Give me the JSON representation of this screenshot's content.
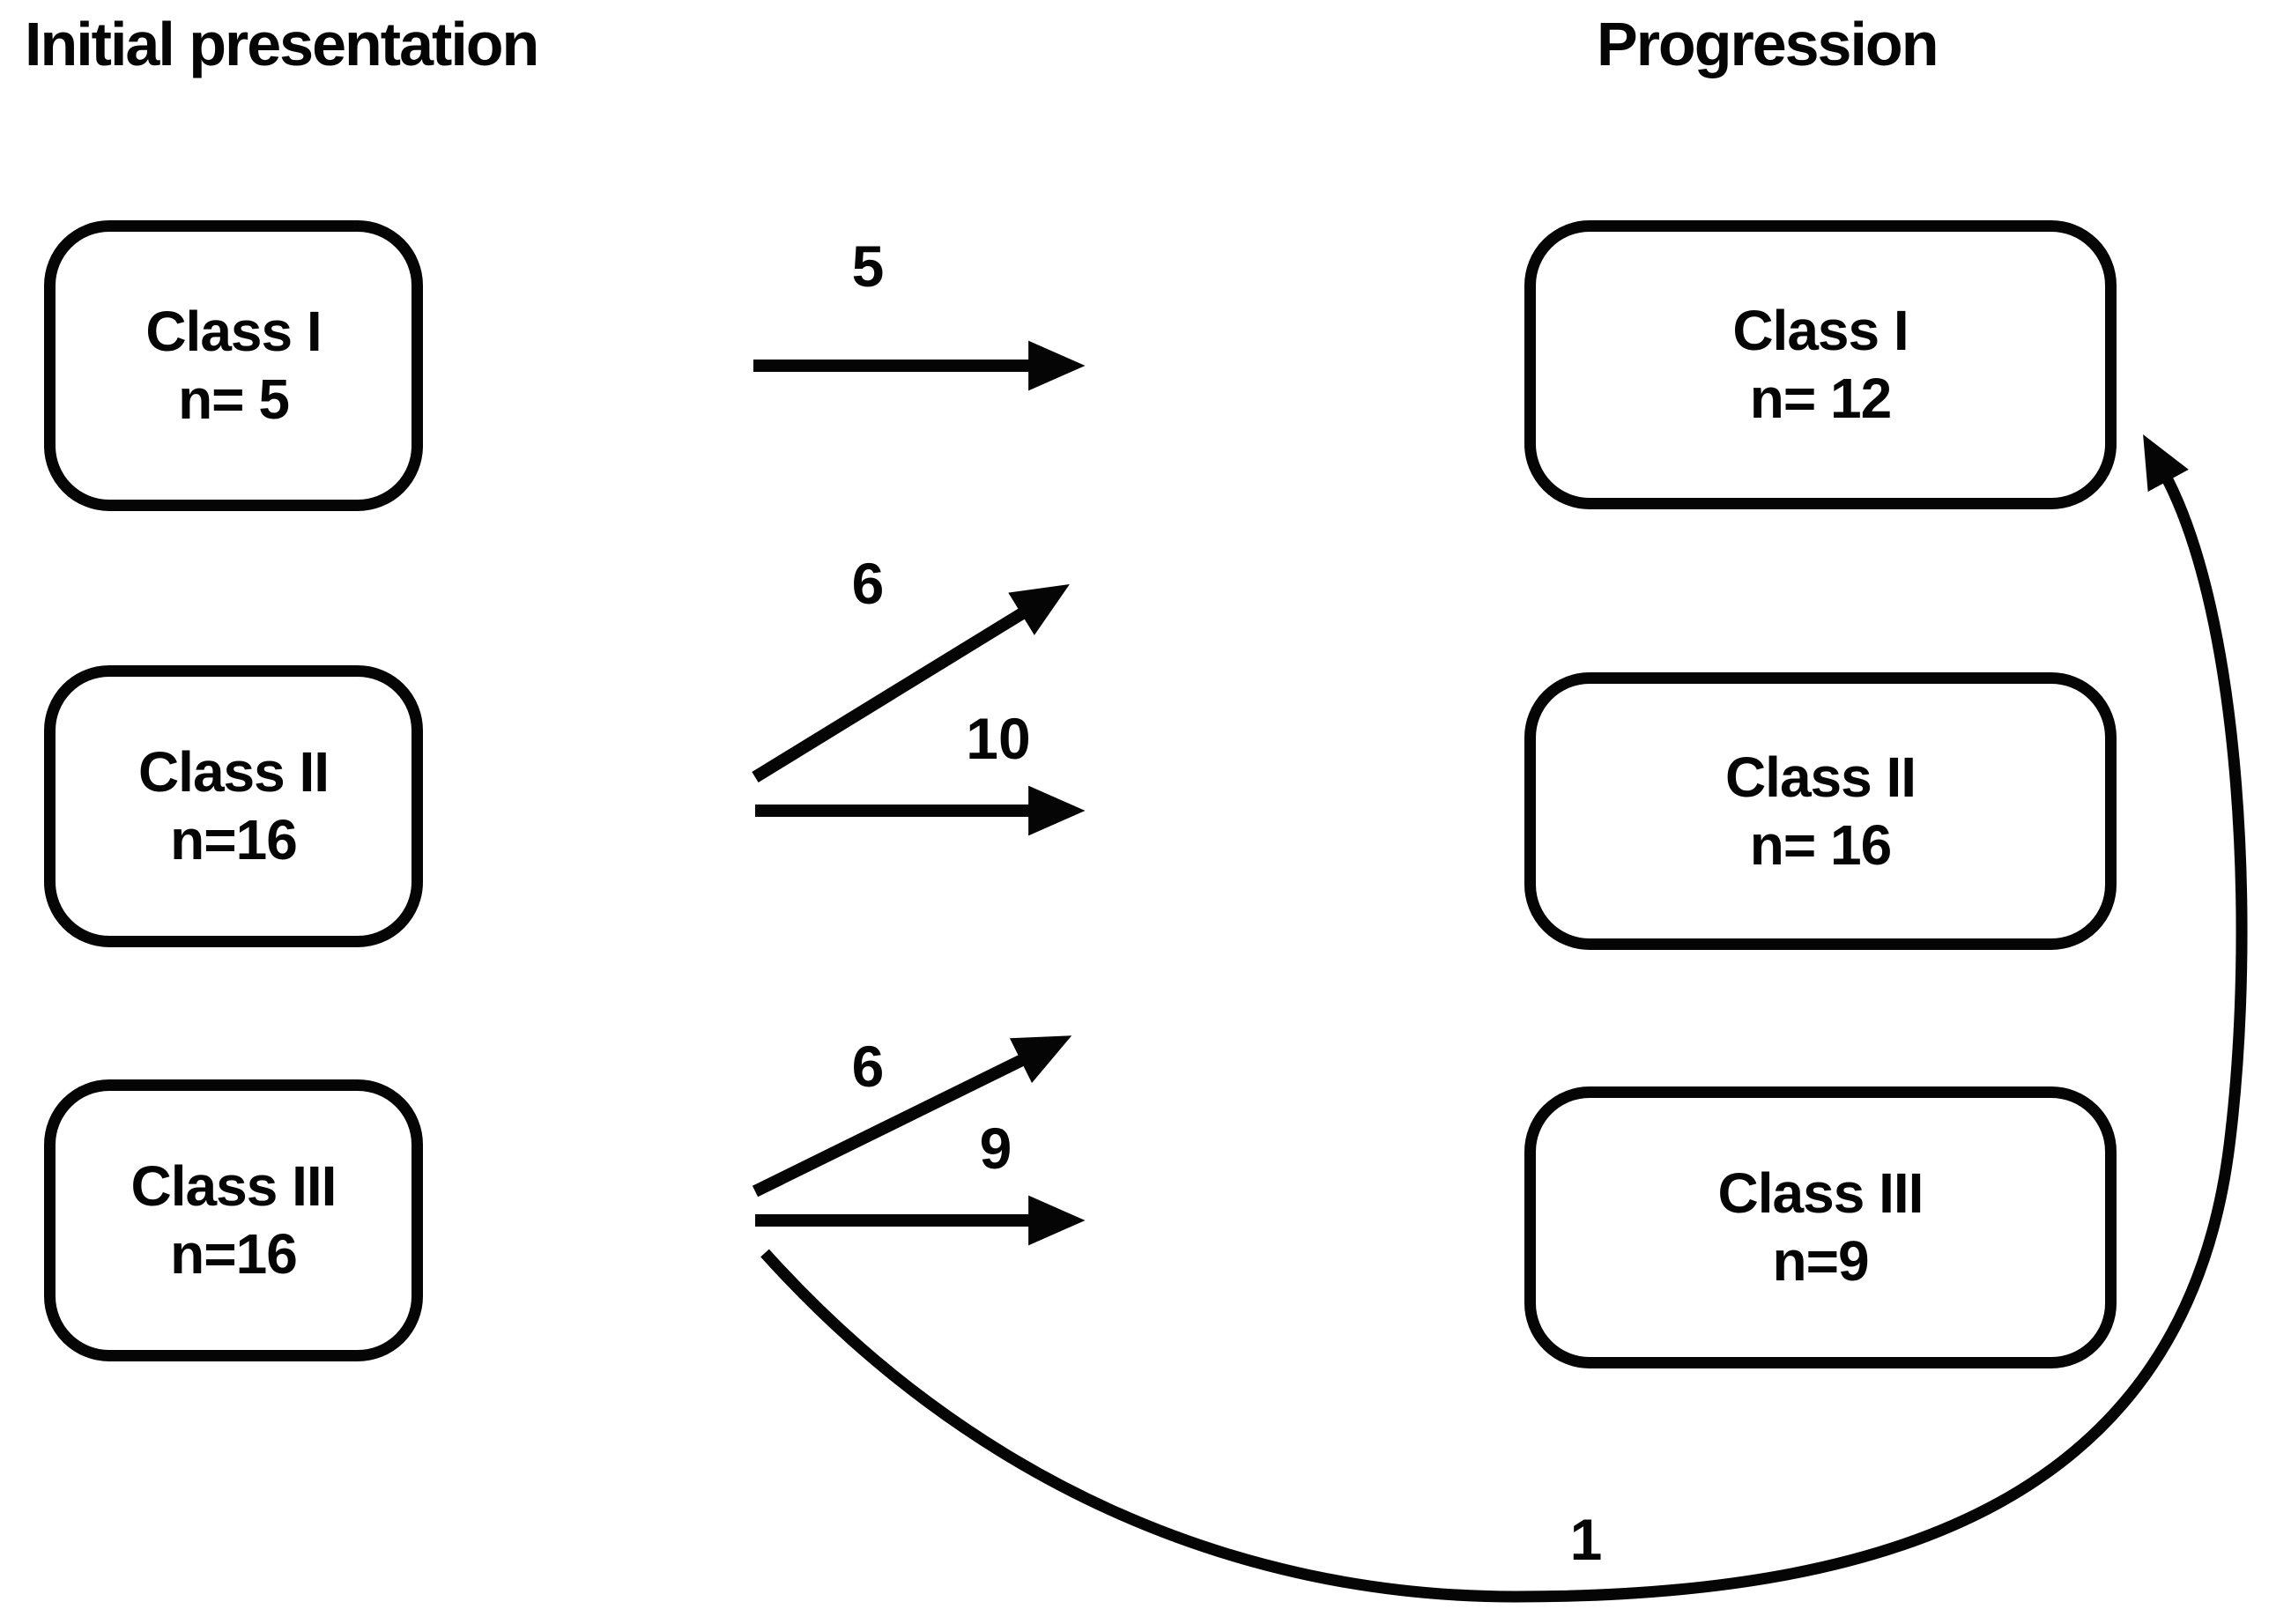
{
  "diagram": {
    "left_header": "Initial presentation",
    "right_header": "Progression",
    "initial_nodes": [
      {
        "id": "initial-class-i",
        "label": "Class I",
        "count": "n= 5"
      },
      {
        "id": "initial-class-ii",
        "label": "Class II",
        "count": "n=16"
      },
      {
        "id": "initial-class-iii",
        "label": "Class III",
        "count": "n=16"
      }
    ],
    "progression_nodes": [
      {
        "id": "progression-class-i",
        "label": "Class I",
        "count": "n= 12"
      },
      {
        "id": "progression-class-ii",
        "label": "Class II",
        "count": "n= 16"
      },
      {
        "id": "progression-class-iii",
        "label": "Class III",
        "count": "n=9"
      }
    ],
    "flows": [
      {
        "from": "Class I",
        "to": "Class I",
        "value": "5"
      },
      {
        "from": "Class II",
        "to": "Class I",
        "value": "6"
      },
      {
        "from": "Class II",
        "to": "Class II",
        "value": "10"
      },
      {
        "from": "Class III",
        "to": "Class II",
        "value": "6"
      },
      {
        "from": "Class III",
        "to": "Class III",
        "value": "9"
      },
      {
        "from": "Class III",
        "to": "Class I",
        "value": "1"
      }
    ],
    "colors": {
      "ink": "#050505",
      "background": "#ffffff"
    }
  }
}
